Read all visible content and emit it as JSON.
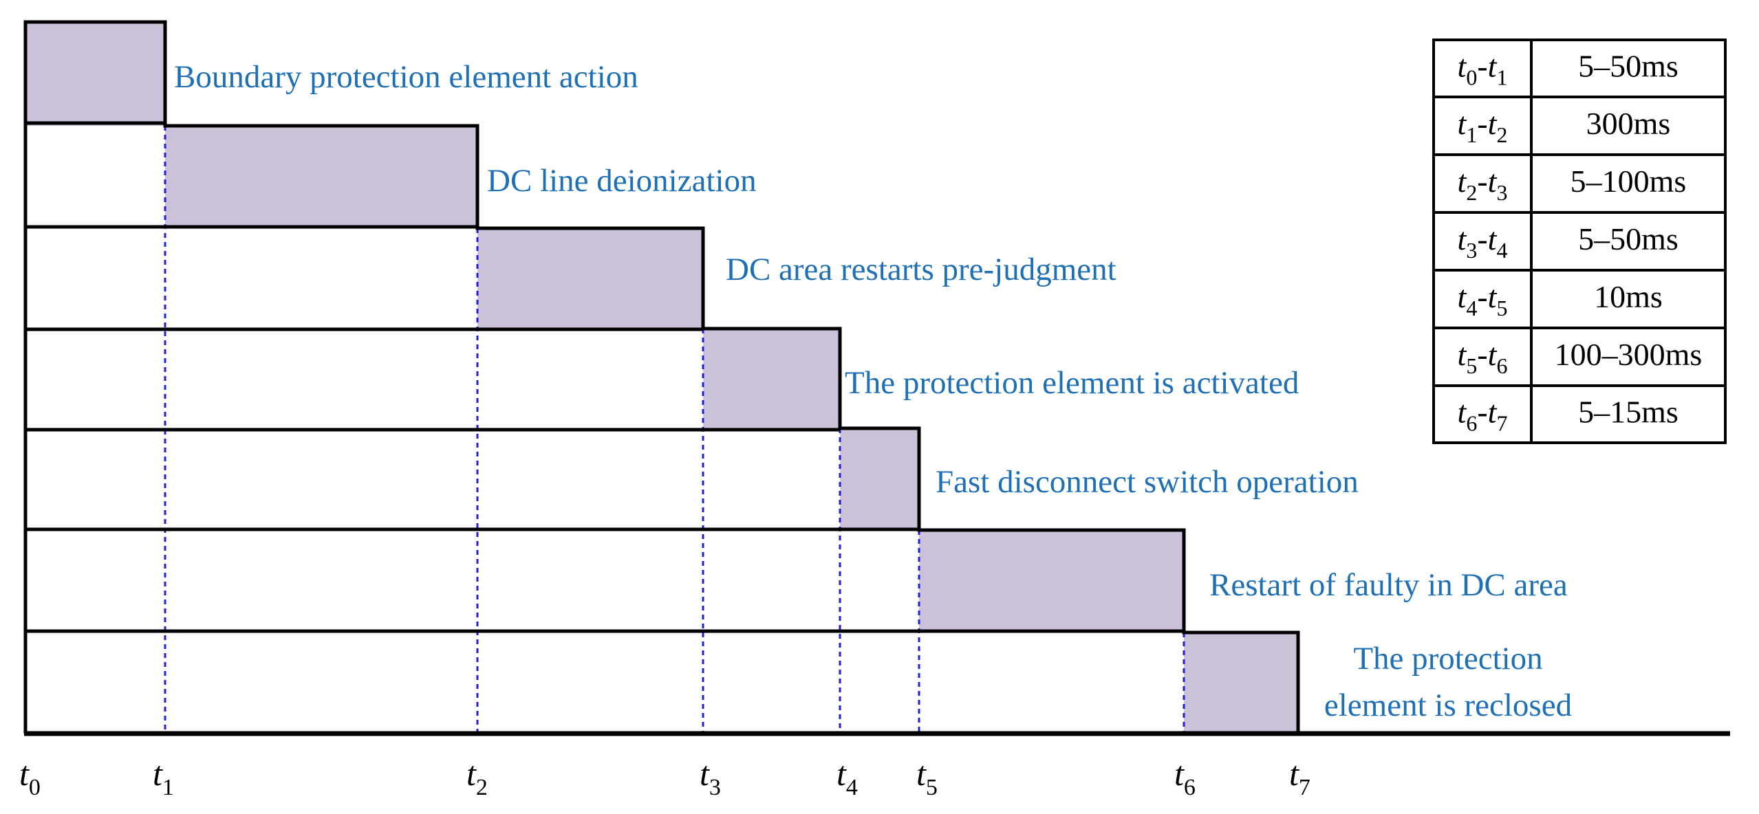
{
  "diagram": {
    "colors": {
      "fill": "#cbc2da",
      "stroke": "#000000",
      "label": "#1f6fb5",
      "guide": "#1f1fd6"
    },
    "time_marks": [
      {
        "base": "t",
        "sub": "0"
      },
      {
        "base": "t",
        "sub": "1"
      },
      {
        "base": "t",
        "sub": "2"
      },
      {
        "base": "t",
        "sub": "3"
      },
      {
        "base": "t",
        "sub": "4"
      },
      {
        "base": "t",
        "sub": "5"
      },
      {
        "base": "t",
        "sub": "6"
      },
      {
        "base": "t",
        "sub": "7"
      }
    ],
    "stages": [
      {
        "lines": [
          "Boundary protection element action"
        ]
      },
      {
        "lines": [
          "DC line deionization"
        ]
      },
      {
        "lines": [
          "DC area restarts pre-judgment"
        ]
      },
      {
        "lines": [
          "The protection element is activated"
        ]
      },
      {
        "lines": [
          "Fast disconnect switch operation"
        ]
      },
      {
        "lines": [
          "Restart of faulty in DC area"
        ]
      },
      {
        "lines": [
          "The protection",
          "element is reclosed"
        ]
      }
    ],
    "table": {
      "rows": [
        {
          "from": "0",
          "to": "1",
          "duration": "5–50ms"
        },
        {
          "from": "1",
          "to": "2",
          "duration": "300ms"
        },
        {
          "from": "2",
          "to": "3",
          "duration": "5–100ms"
        },
        {
          "from": "3",
          "to": "4",
          "duration": "5–50ms"
        },
        {
          "from": "4",
          "to": "5",
          "duration": "10ms"
        },
        {
          "from": "5",
          "to": "6",
          "duration": "100–300ms"
        },
        {
          "from": "6",
          "to": "7",
          "duration": "5–15ms"
        }
      ]
    }
  }
}
